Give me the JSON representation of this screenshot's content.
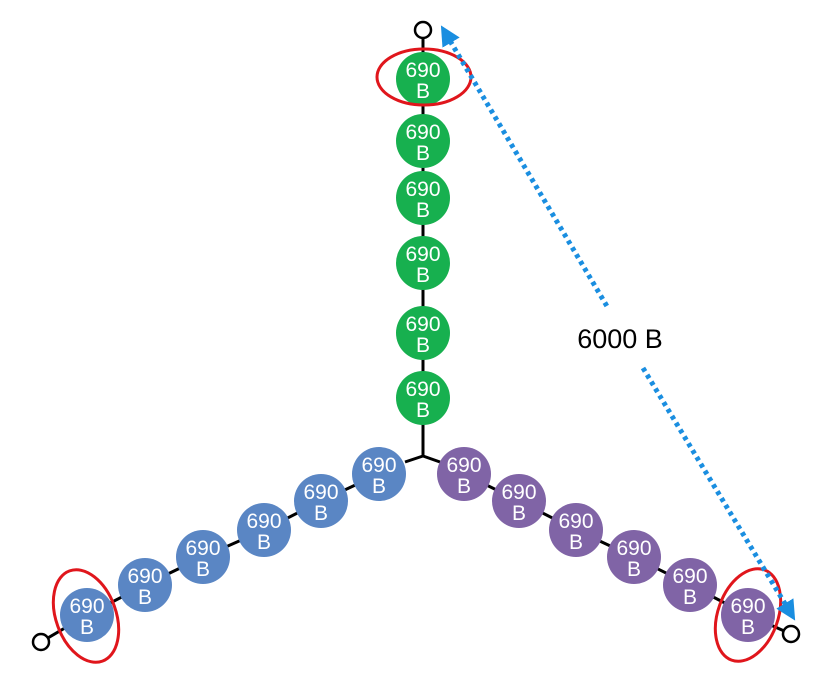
{
  "colors": {
    "green_arm": "#17b04f",
    "blue_arm": "#5a86c4",
    "purple_arm": "#8064a6",
    "highlight_ellipse": "#e0161c",
    "distance_arrow": "#1a8ee0",
    "backbone": "#000000"
  },
  "bead": {
    "line1": "690",
    "line2": "B"
  },
  "arms": [
    {
      "name": "green",
      "bead_count": 6,
      "color_key": "green_arm"
    },
    {
      "name": "blue",
      "bead_count": 6,
      "color_key": "blue_arm"
    },
    {
      "name": "purple",
      "bead_count": 6,
      "color_key": "purple_arm"
    }
  ],
  "distance": {
    "label": "6000 B"
  }
}
